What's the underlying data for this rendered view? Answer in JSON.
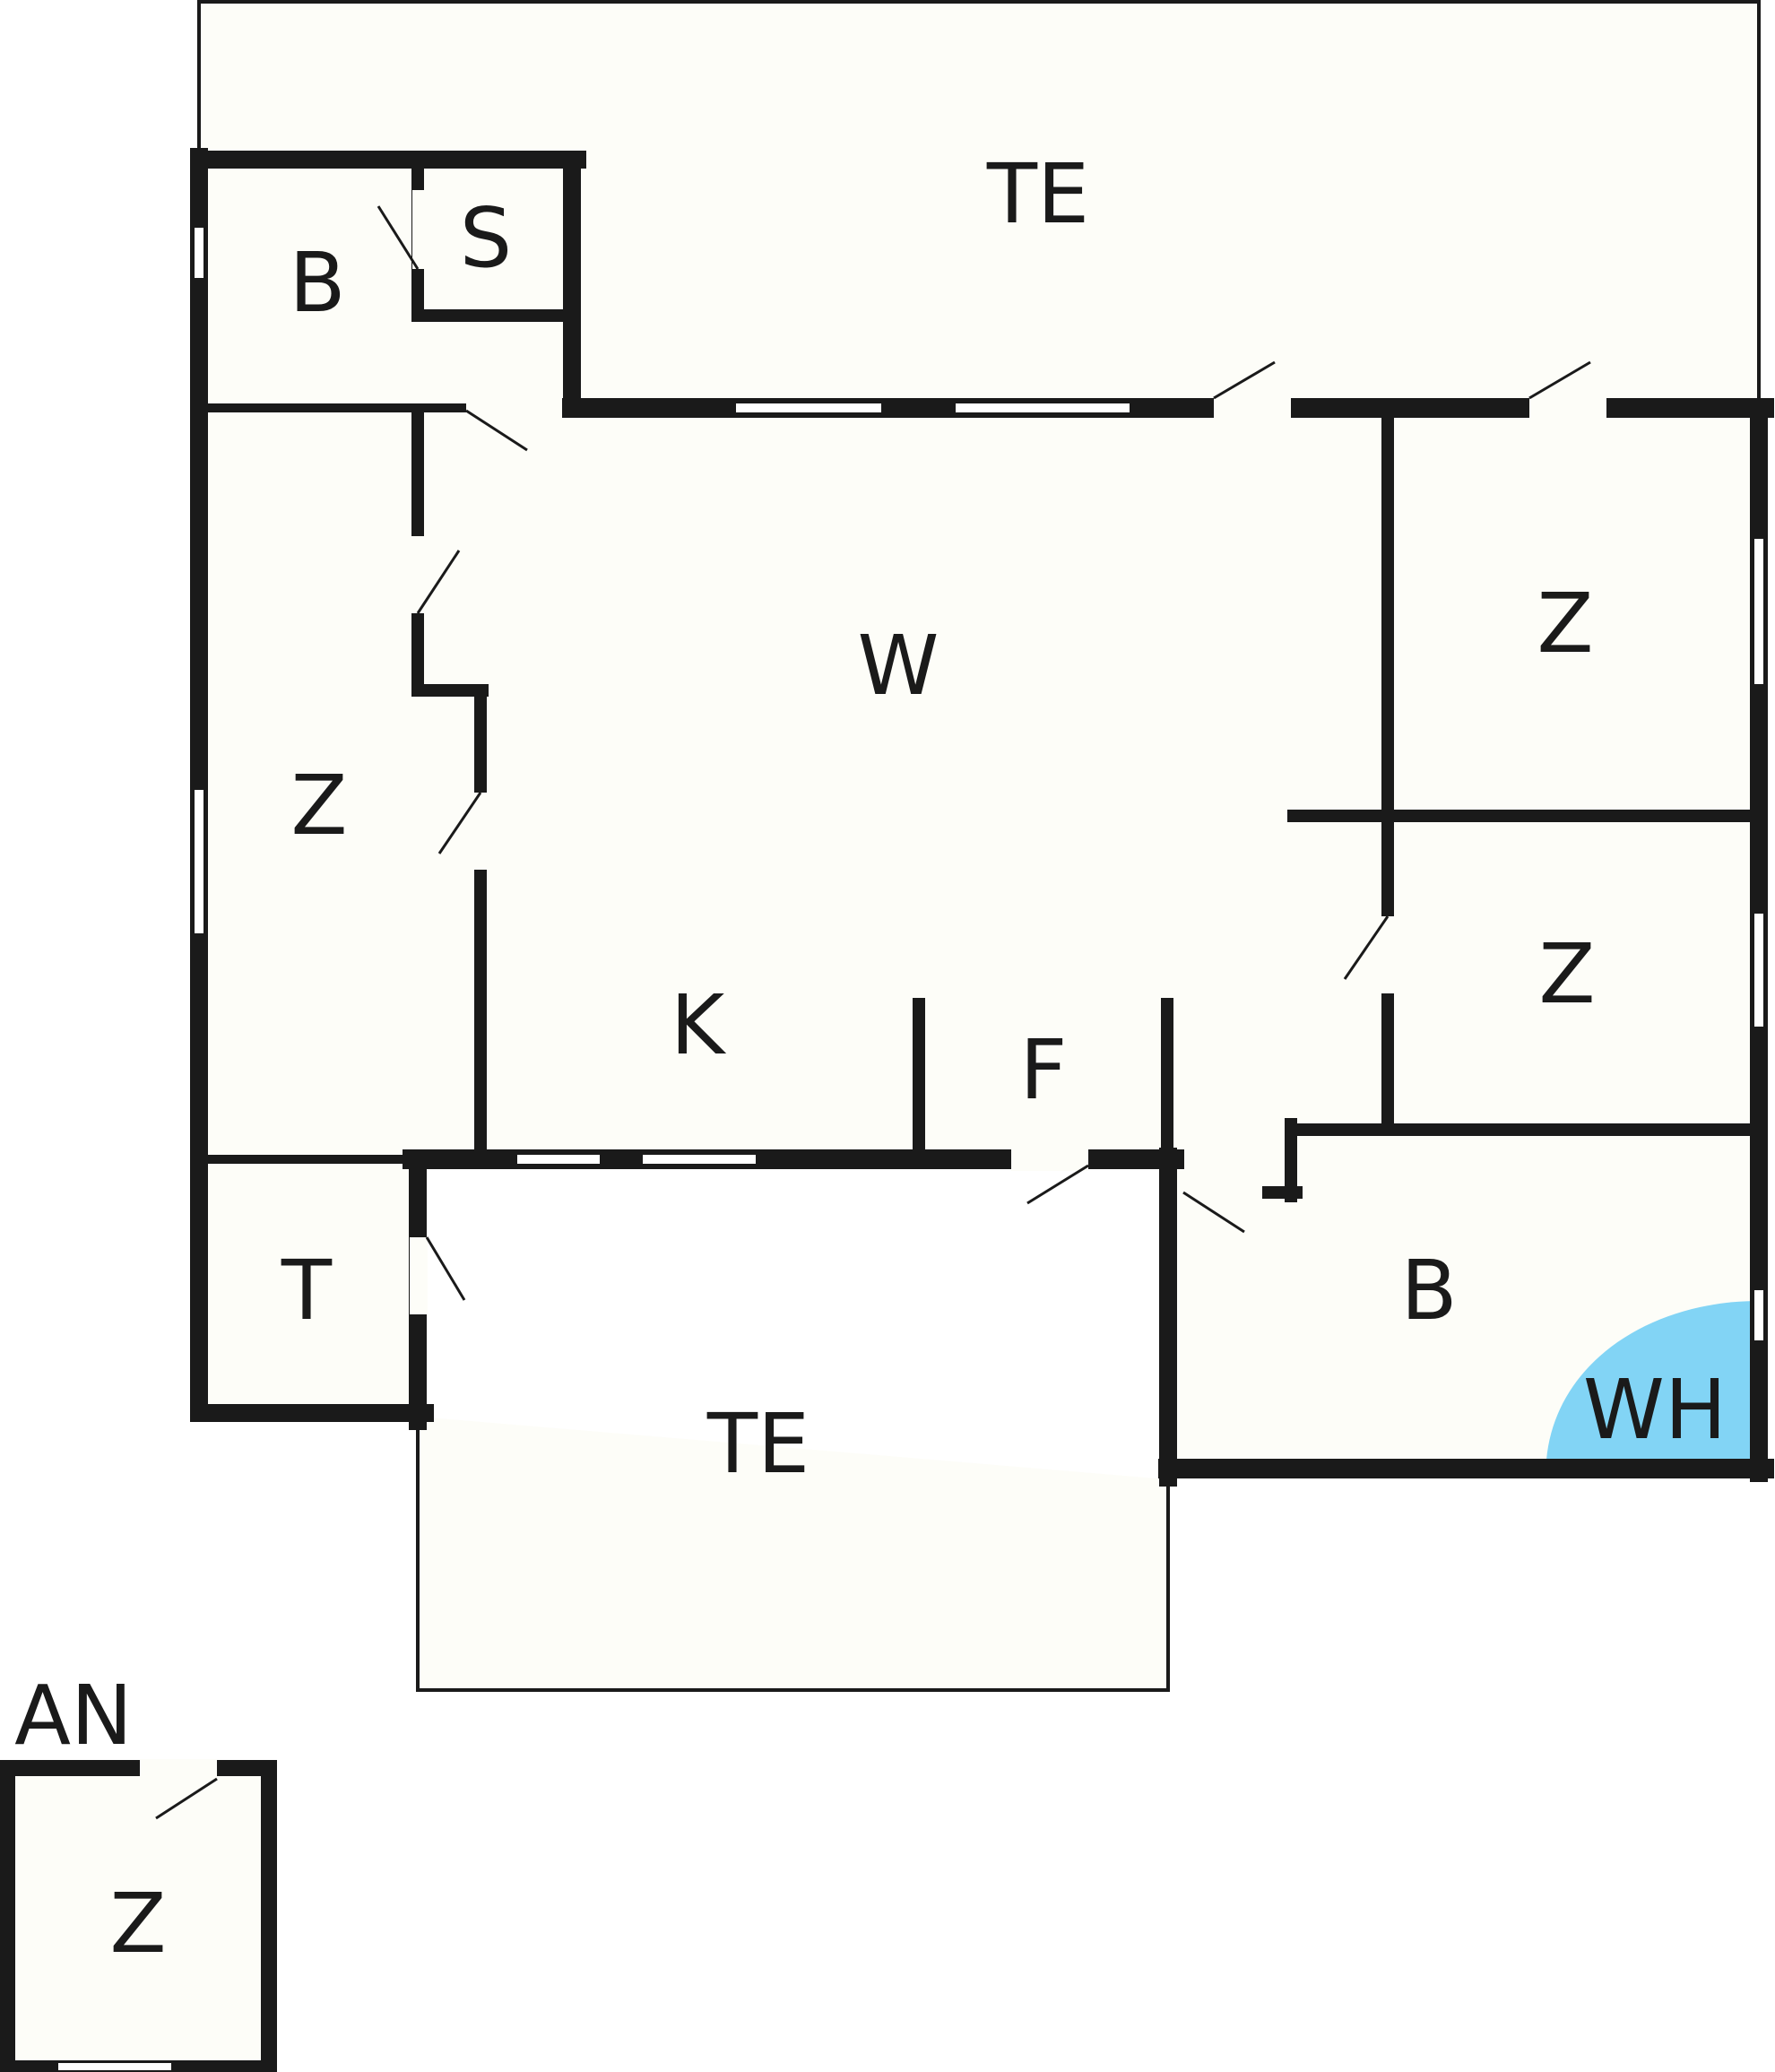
{
  "colors": {
    "floor": "#fdfdf8",
    "wall": "#1a1a1a",
    "opening": "#ffffff",
    "water_heater": "#82d4f5"
  },
  "rooms": {
    "terrace_top": "TE",
    "bath_top": "B",
    "storage": "S",
    "room_west": "Z",
    "living": "W",
    "kitchen": "K",
    "hallway": "F",
    "room_ne": "Z",
    "room_e": "Z",
    "toilet": "T",
    "terrace_bottom": "TE",
    "bath_se": "B",
    "water_heater": "WH"
  },
  "annex": {
    "title": "AN",
    "room": "Z"
  }
}
